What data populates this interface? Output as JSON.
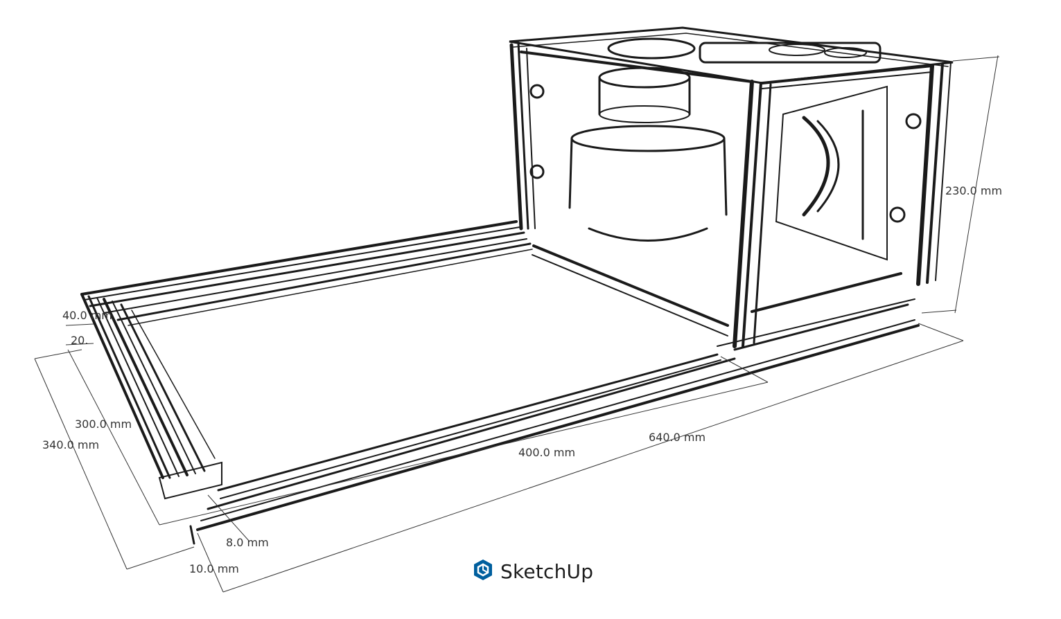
{
  "dimensions": {
    "height_230": "230.0 mm",
    "length_640": "640.0 mm",
    "length_400": "400.0 mm",
    "width_340": "340.0 mm",
    "width_300": "300.0 mm",
    "profile_40": "40.0 mm",
    "profile_20": "20.",
    "offset_8": "8.0 mm",
    "offset_10": "10.0 mm"
  },
  "brand": {
    "name": "SketchUp",
    "icon": "sketchup-logo-icon",
    "color": "#005f9e"
  }
}
